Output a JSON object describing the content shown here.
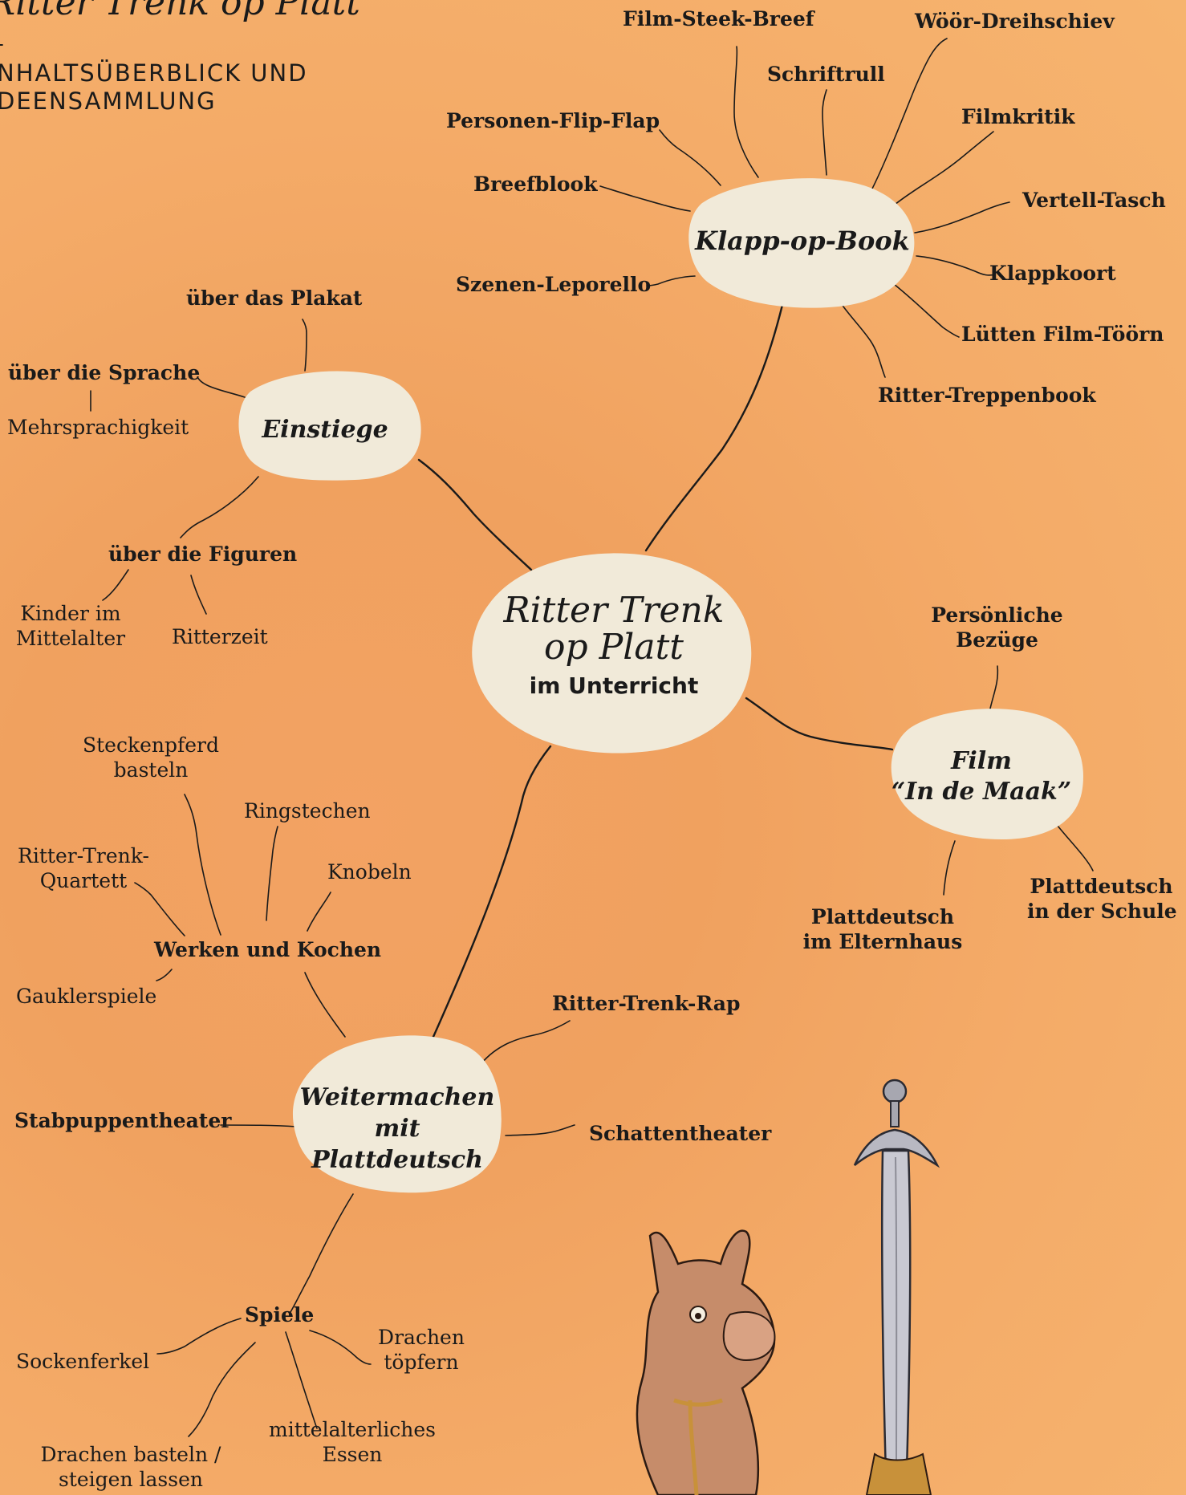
{
  "header": {
    "title": "Ritter Trenk op Platt",
    "dash": "-",
    "subtitle_line1": "NHALTSÜBERBLICK UND",
    "subtitle_line2": "DEENSAMMLUNG"
  },
  "center": {
    "line1": "Ritter Trenk",
    "line2": "op Platt",
    "line3": "im Unterricht"
  },
  "klapp": {
    "title": "Klapp-op-Book",
    "items": [
      "Film-Steek-Breef",
      "Wöör-Dreihschiev",
      "Schriftrull",
      "Personen-Flip-Flap",
      "Filmkritik",
      "Breefblook",
      "Vertell-Tasch",
      "Klappkoort",
      "Szenen-Leporello",
      "Lütten Film-Töörn",
      "Ritter-Treppenbook"
    ]
  },
  "einstiege": {
    "title": "Einstiege",
    "plakat": "über das Plakat",
    "sprache": "über die Sprache",
    "mehrsprachigkeit": "Mehrsprachigkeit",
    "figuren": "über die Figuren",
    "kinder_l1": "Kinder im",
    "kinder_l2": "Mittelalter",
    "ritterzeit": "Ritterzeit"
  },
  "film": {
    "title_l1": "Film",
    "title_l2": "“In de Maak”",
    "bezuege_l1": "Persönliche",
    "bezuege_l2": "Bezüge",
    "eltern_l1": "Plattdeutsch",
    "eltern_l2": "im Elternhaus",
    "schule_l1": "Plattdeutsch",
    "schule_l2": "in der Schule"
  },
  "werken": {
    "title": "Werken und Kochen",
    "steckenpferd_l1": "Steckenpferd",
    "steckenpferd_l2": "basteln",
    "ringstechen": "Ringstechen",
    "quartett_l1": "Ritter-Trenk-",
    "quartett_l2": "Quartett",
    "knobeln": "Knobeln",
    "gaukler": "Gauklerspiele"
  },
  "weiter": {
    "title_l1": "Weitermachen",
    "title_l2": "mit Plattdeutsch",
    "rap": "Ritter-Trenk-Rap",
    "stab": "Stabpuppentheater",
    "schatten": "Schattentheater"
  },
  "spiele": {
    "title": "Spiele",
    "sockenferkel": "Sockenferkel",
    "toepfern_l1": "Drachen",
    "toepfern_l2": "töpfern",
    "basteln_l1": "Drachen basteln /",
    "basteln_l2": "steigen lassen",
    "essen_l1": "mittelalterliches",
    "essen_l2": "Essen"
  },
  "colors": {
    "background": "#f2a462",
    "bubble": "#f1ead9",
    "ink": "#1a1a1a"
  },
  "illustration": {
    "pig": "pig-illustration",
    "sword": "sword-illustration"
  }
}
